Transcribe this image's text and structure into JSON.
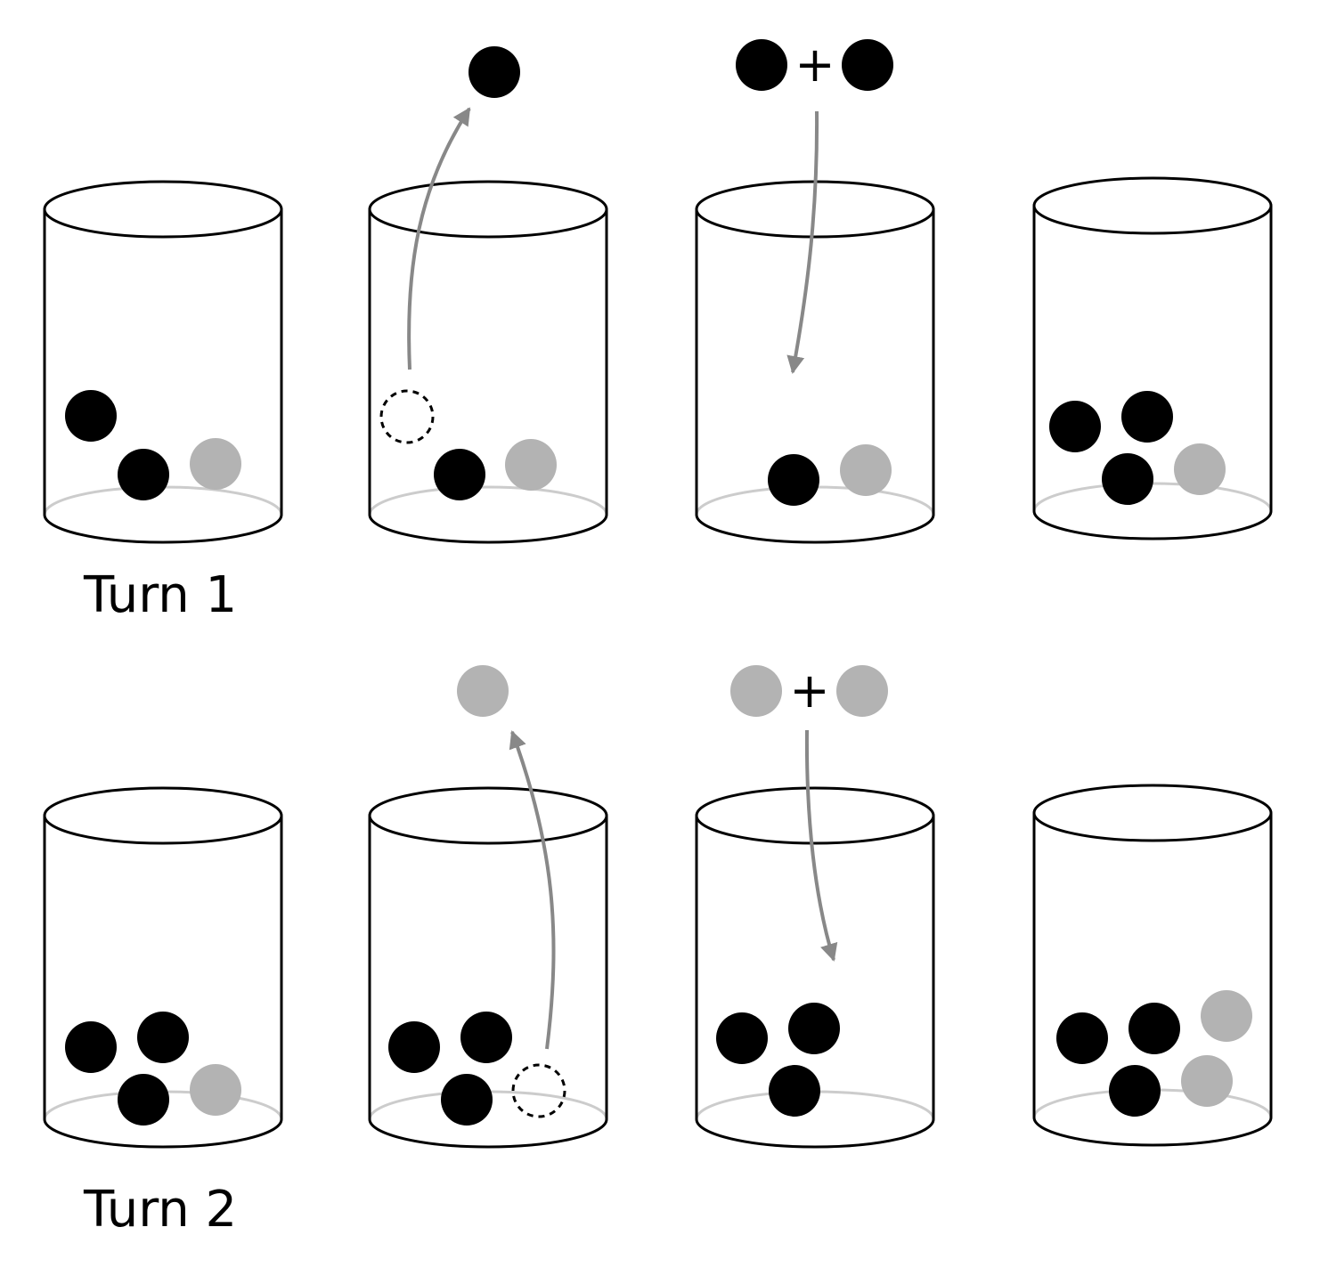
{
  "labels": {
    "turn1": "Turn 1",
    "turn2": "Turn 2",
    "plus": "+"
  },
  "colors": {
    "black_ball": "#000000",
    "gray_ball": "#b3b3b3",
    "arrow": "#888888",
    "jar_outline": "#000000",
    "jar_floor": "#cccccc",
    "background": "#ffffff"
  },
  "rows": [
    {
      "name": "turn-1",
      "steps": [
        {
          "name": "initial",
          "balls": [
            "black",
            "black",
            "gray"
          ]
        },
        {
          "name": "draw",
          "balls": [
            "black",
            "gray"
          ],
          "removed": "black"
        },
        {
          "name": "add",
          "balls": [
            "black",
            "gray"
          ],
          "added": [
            "black",
            "black"
          ]
        },
        {
          "name": "result",
          "balls": [
            "black",
            "black",
            "black",
            "gray"
          ]
        }
      ]
    },
    {
      "name": "turn-2",
      "steps": [
        {
          "name": "initial",
          "balls": [
            "black",
            "black",
            "black",
            "gray"
          ]
        },
        {
          "name": "draw",
          "balls": [
            "black",
            "black",
            "black"
          ],
          "removed": "gray"
        },
        {
          "name": "add",
          "balls": [
            "black",
            "black",
            "black"
          ],
          "added": [
            "gray",
            "gray"
          ]
        },
        {
          "name": "result",
          "balls": [
            "black",
            "black",
            "black",
            "gray",
            "gray"
          ]
        }
      ]
    }
  ]
}
